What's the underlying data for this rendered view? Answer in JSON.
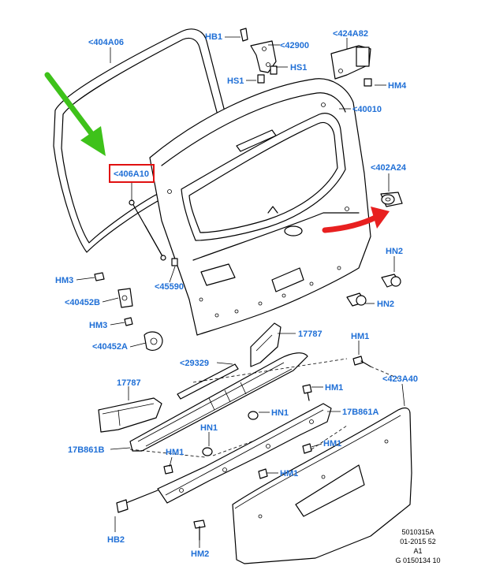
{
  "labels": {
    "p404A06": "<404A06",
    "pHB1": "HB1",
    "p42900": "<42900",
    "p424A82": "<424A82",
    "pHS1a": "HS1",
    "pHS1b": "HS1",
    "pHM4": "HM4",
    "p40010": "<40010",
    "p406A10": "<406A10",
    "p402A24": "<402A24",
    "pHN2a": "HN2",
    "pHN2b": "HN2",
    "p45590": "<45590",
    "pHM3a": "HM3",
    "p40452B": "<40452B",
    "pHM3b": "HM3",
    "p40452A": "<40452A",
    "p17787a": "17787",
    "p29329": "<29329",
    "pHM1a": "HM1",
    "p17787b": "17787",
    "pHM1b": "HM1",
    "pHN1a": "HN1",
    "p17B861A": "17B861A",
    "p423A40": "<423A40",
    "pHN1b": "HN1",
    "p17B861B": "17B861B",
    "pHM1c": "HM1",
    "pHM1d": "HM1",
    "pHM1e": "HM1",
    "pHB2": "HB2",
    "pHM2": "HM2"
  },
  "reference": {
    "line1": "5010315A",
    "line2": "01-2015 52",
    "line3": "A1",
    "line4": "G 0150134 10"
  },
  "colors": {
    "label": "#1f6fd6",
    "highlight_box": "#e01010",
    "green_arrow": "#3ec21a",
    "red_arrow": "#e82020"
  }
}
